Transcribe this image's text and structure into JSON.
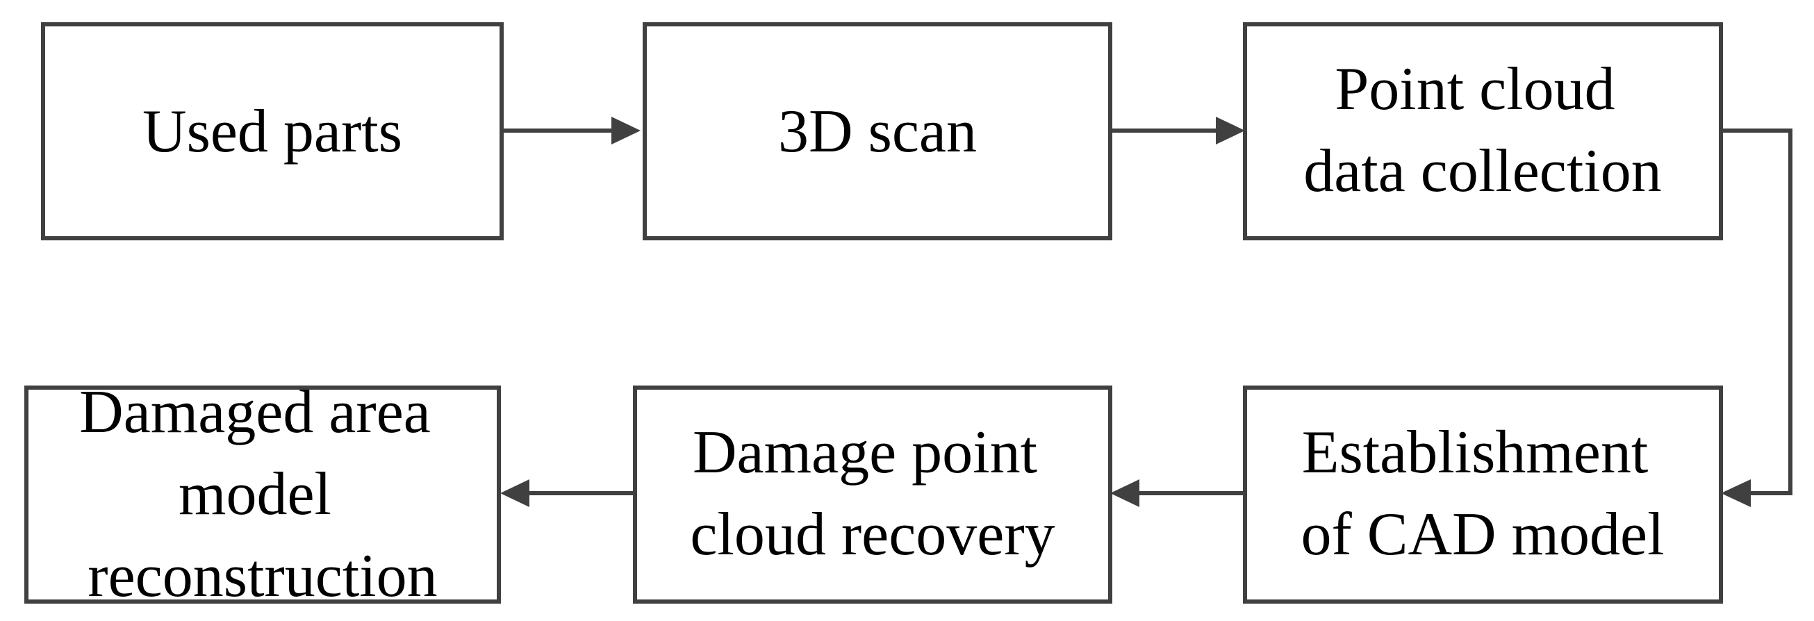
{
  "diagram": {
    "type": "flowchart",
    "colors": {
      "stroke": "#404040",
      "text": "#000000",
      "background": "#ffffff"
    },
    "nodes": [
      {
        "id": "used-parts",
        "lines": [
          "Used parts"
        ]
      },
      {
        "id": "3d-scan",
        "lines": [
          "3D scan"
        ]
      },
      {
        "id": "point-cloud-data-collection",
        "lines": [
          "Point cloud",
          "data collection"
        ]
      },
      {
        "id": "establishment-of-cad-model",
        "lines": [
          "Establishment",
          "of CAD model"
        ]
      },
      {
        "id": "damage-point-cloud-recovery",
        "lines": [
          "Damage point",
          "cloud recovery"
        ]
      },
      {
        "id": "damaged-area-model-reconstruction",
        "lines": [
          "Damaged area",
          "model",
          "reconstruction"
        ]
      }
    ],
    "edges": [
      {
        "from": "used-parts",
        "to": "3d-scan"
      },
      {
        "from": "3d-scan",
        "to": "point-cloud-data-collection"
      },
      {
        "from": "point-cloud-data-collection",
        "to": "establishment-of-cad-model"
      },
      {
        "from": "establishment-of-cad-model",
        "to": "damage-point-cloud-recovery"
      },
      {
        "from": "damage-point-cloud-recovery",
        "to": "damaged-area-model-reconstruction"
      }
    ]
  }
}
